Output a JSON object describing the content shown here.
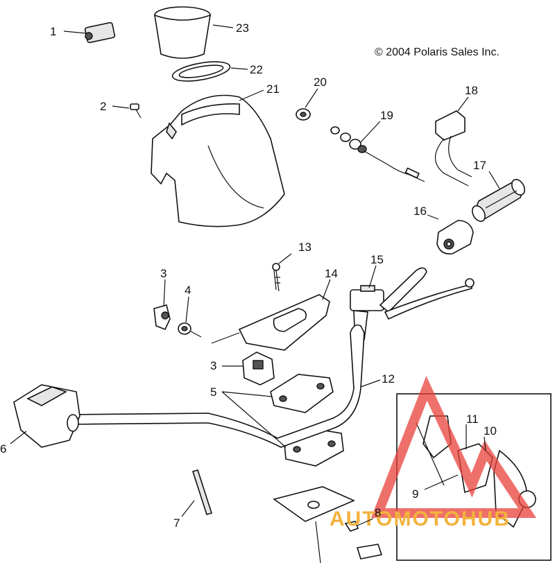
{
  "copyright": "© 2004 Polaris Sales Inc.",
  "callouts": [
    {
      "id": "1",
      "text": "1"
    },
    {
      "id": "2",
      "text": "2"
    },
    {
      "id": "3a",
      "text": "3"
    },
    {
      "id": "3b",
      "text": "3"
    },
    {
      "id": "4",
      "text": "4"
    },
    {
      "id": "5",
      "text": "5"
    },
    {
      "id": "6",
      "text": "6"
    },
    {
      "id": "7",
      "text": "7"
    },
    {
      "id": "8",
      "text": "8"
    },
    {
      "id": "9",
      "text": "9"
    },
    {
      "id": "10",
      "text": "10"
    },
    {
      "id": "11",
      "text": "11"
    },
    {
      "id": "12",
      "text": "12"
    },
    {
      "id": "13",
      "text": "13"
    },
    {
      "id": "14",
      "text": "14"
    },
    {
      "id": "15",
      "text": "15"
    },
    {
      "id": "16",
      "text": "16"
    },
    {
      "id": "17",
      "text": "17"
    },
    {
      "id": "18",
      "text": "18"
    },
    {
      "id": "19",
      "text": "19"
    },
    {
      "id": "20",
      "text": "20"
    },
    {
      "id": "21",
      "text": "21"
    },
    {
      "id": "22",
      "text": "22"
    },
    {
      "id": "23",
      "text": "23"
    }
  ],
  "watermark": {
    "text": "AUTOMOTOHUB",
    "color": "#f3b23c",
    "logo_color": "#e8403a"
  }
}
